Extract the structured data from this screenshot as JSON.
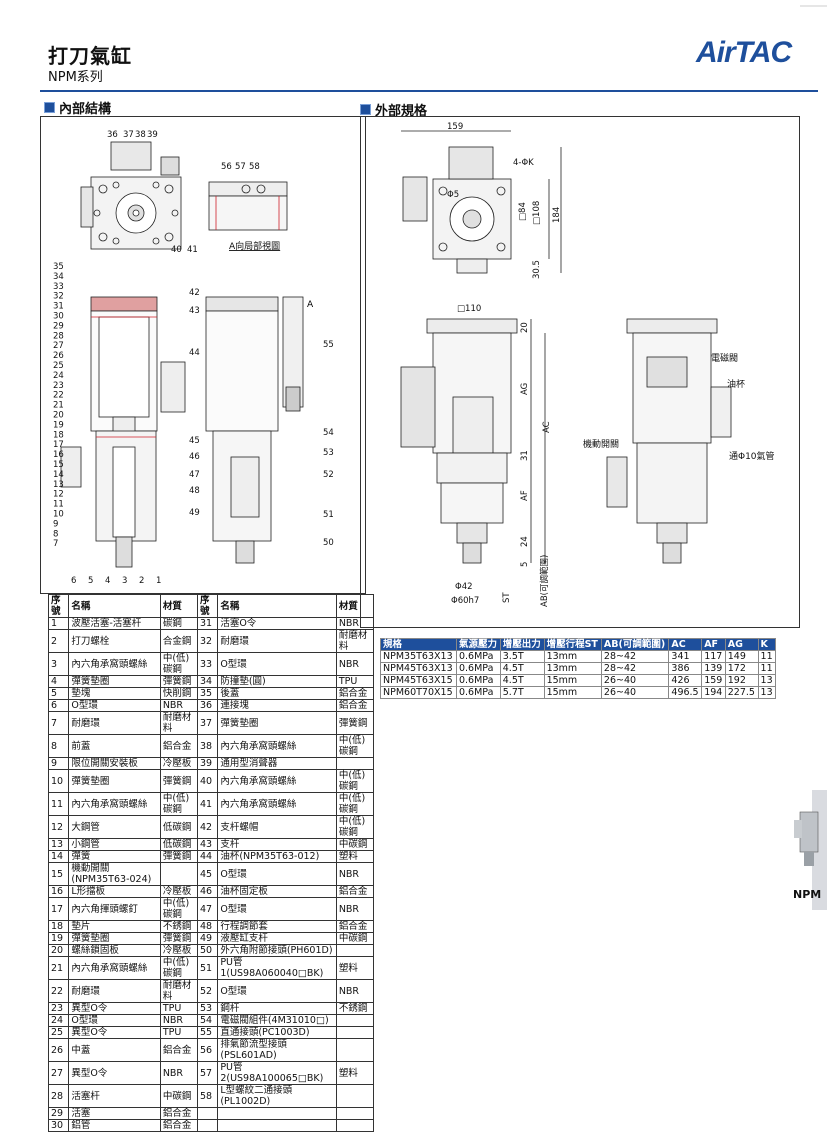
{
  "header": {
    "title": "打刀氣缸",
    "series": "NPM系列",
    "logo": "AirTAC"
  },
  "sections": {
    "internal": "內部結構",
    "external": "外部規格"
  },
  "labels": {
    "view_a": "A向局部視圖",
    "solenoid": "電磁閥",
    "oil_cup": "油杯",
    "manual_switch": "機動開關",
    "air_tube": "通Φ10氣管",
    "arrow_a": "A"
  },
  "callouts_top": [
    "36",
    "37",
    "38",
    "39"
  ],
  "callouts_a": [
    "56",
    "57",
    "58"
  ],
  "callouts_bottom_view": [
    "40",
    "41"
  ],
  "callouts_left": [
    "35",
    "34",
    "33",
    "32",
    "31",
    "30",
    "29",
    "28",
    "27",
    "26",
    "25",
    "24",
    "23",
    "22",
    "21",
    "20",
    "19",
    "18",
    "17",
    "16",
    "15",
    "14",
    "13",
    "12",
    "11",
    "10",
    "9",
    "8",
    "7"
  ],
  "callouts_bottom": [
    "6",
    "5",
    "4",
    "3",
    "2",
    "1"
  ],
  "callouts_mid": [
    "42",
    "43",
    "44",
    "45",
    "46",
    "47",
    "48",
    "49"
  ],
  "callouts_right": [
    "55",
    "54",
    "53",
    "52",
    "51",
    "50"
  ],
  "dims": {
    "d159": "159",
    "phi_k": "4-ΦK",
    "phi5": "Φ5",
    "sq84": "□84",
    "sq108": "□108",
    "d184": "184",
    "d305": "30.5",
    "sq110": "□110",
    "d20": "20",
    "ag": "AG",
    "ac": "AC",
    "d31": "31",
    "af": "AF",
    "d24": "24",
    "d5": "5",
    "phi42": "Φ42",
    "phi60": "Φ60h7",
    "st": "ST",
    "ab": "AB(可調範圍)"
  },
  "parts_header": [
    "序號",
    "名稱",
    "材質"
  ],
  "parts_left": [
    [
      "1",
      "波壓活塞-活塞杆",
      "碳鋼"
    ],
    [
      "2",
      "打刀螺栓",
      "合金鋼"
    ],
    [
      "3",
      "內六角承窩頭螺絲",
      "中(低)碳鋼"
    ],
    [
      "4",
      "彈簧墊圈",
      "彈簧鋼"
    ],
    [
      "5",
      "墊塊",
      "快削鋼"
    ],
    [
      "6",
      "O型環",
      "NBR"
    ],
    [
      "7",
      "耐磨環",
      "耐磨材料"
    ],
    [
      "8",
      "前蓋",
      "鋁合金"
    ],
    [
      "9",
      "限位開關安裝板",
      "冷壓板"
    ],
    [
      "10",
      "彈簧墊圈",
      "彈簧鋼"
    ],
    [
      "11",
      "內六角承窩頭螺絲",
      "中(低)碳鋼"
    ],
    [
      "12",
      "大鋼管",
      "低碳鋼"
    ],
    [
      "13",
      "小鋼管",
      "低碳鋼"
    ],
    [
      "14",
      "彈簧",
      "彈簧鋼"
    ],
    [
      "15",
      "機動開關(NPM35T63-024)",
      ""
    ],
    [
      "16",
      "L形擋板",
      "冷壓板"
    ],
    [
      "17",
      "內六角揮頭螺釘",
      "中(低)碳鋼"
    ],
    [
      "18",
      "墊片",
      "不銹鋼"
    ],
    [
      "19",
      "彈簧墊圈",
      "彈簧鋼"
    ],
    [
      "20",
      "螺絲鎖固板",
      "冷壓板"
    ],
    [
      "21",
      "內六角承窩頭螺絲",
      "中(低)碳鋼"
    ],
    [
      "22",
      "耐磨環",
      "耐磨材料"
    ],
    [
      "23",
      "異型O令",
      "TPU"
    ],
    [
      "24",
      "O型環",
      "NBR"
    ],
    [
      "25",
      "異型O令",
      "TPU"
    ],
    [
      "26",
      "中蓋",
      "鋁合金"
    ],
    [
      "27",
      "異型O令",
      "NBR"
    ],
    [
      "28",
      "活塞杆",
      "中碳鋼"
    ],
    [
      "29",
      "活塞",
      "鋁合金"
    ],
    [
      "30",
      "鋁管",
      "鋁合金"
    ]
  ],
  "parts_right": [
    [
      "31",
      "活塞O令",
      "NBR"
    ],
    [
      "32",
      "耐磨環",
      "耐磨材料"
    ],
    [
      "33",
      "O型環",
      "NBR"
    ],
    [
      "34",
      "防撞墊(圓)",
      "TPU"
    ],
    [
      "35",
      "後蓋",
      "鋁合金"
    ],
    [
      "36",
      "連接塊",
      "鋁合金"
    ],
    [
      "37",
      "彈簧墊圈",
      "彈簧鋼"
    ],
    [
      "38",
      "內六角承窩頭螺絲",
      "中(低)碳鋼"
    ],
    [
      "39",
      "通用型消聲器",
      ""
    ],
    [
      "40",
      "內六角承窩頭螺絲",
      "中(低)碳鋼"
    ],
    [
      "41",
      "內六角承窩頭螺絲",
      "中(低)碳鋼"
    ],
    [
      "42",
      "支杆螺帽",
      "中(低)碳鋼"
    ],
    [
      "43",
      "支杆",
      "中碳鋼"
    ],
    [
      "44",
      "油杯(NPM35T63-012)",
      "塑料"
    ],
    [
      "45",
      "O型環",
      "NBR"
    ],
    [
      "46",
      "油杯固定板",
      "鋁合金"
    ],
    [
      "47",
      "O型環",
      "NBR"
    ],
    [
      "48",
      "行程調節套",
      "鋁合金"
    ],
    [
      "49",
      "液壓缸支杆",
      "中碳鋼"
    ],
    [
      "50",
      "外六角附節接頭(PH601D)",
      ""
    ],
    [
      "51",
      "PU管1(US98A060040□BK)",
      "塑料"
    ],
    [
      "52",
      "O型環",
      "NBR"
    ],
    [
      "53",
      "鋼杆",
      "不銹鋼"
    ],
    [
      "54",
      "電磁閥組件(4M31010□)",
      ""
    ],
    [
      "55",
      "直通接頭(PC1003D)",
      ""
    ],
    [
      "56",
      "排氣節流型接頭(PSL601AD)",
      ""
    ],
    [
      "57",
      "PU管2(US98A100065□BK)",
      "塑料"
    ],
    [
      "58",
      "L型螺紋二通接頭(PL1002D)",
      ""
    ]
  ],
  "spec_header": [
    "規格",
    "氣源壓力",
    "增壓出力",
    "增壓行程ST",
    "AB(可調範圍)",
    "AC",
    "AF",
    "AG",
    "K"
  ],
  "spec_rows": [
    [
      "NPM35T63X13",
      "0.6MPa",
      "3.5T",
      "13mm",
      "28~42",
      "341",
      "117",
      "149",
      "11"
    ],
    [
      "NPM45T63X13",
      "0.6MPa",
      "4.5T",
      "13mm",
      "28~42",
      "386",
      "139",
      "172",
      "11"
    ],
    [
      "NPM45T63X15",
      "0.6MPa",
      "4.5T",
      "15mm",
      "26~40",
      "426",
      "159",
      "192",
      "13"
    ],
    [
      "NPM60T70X15",
      "0.6MPa",
      "5.7T",
      "15mm",
      "26~40",
      "496.5",
      "194",
      "227.5",
      "13"
    ]
  ],
  "side_tab": "NPM",
  "colors": {
    "brand": "#1e4f9c",
    "red": "#d0202a"
  }
}
